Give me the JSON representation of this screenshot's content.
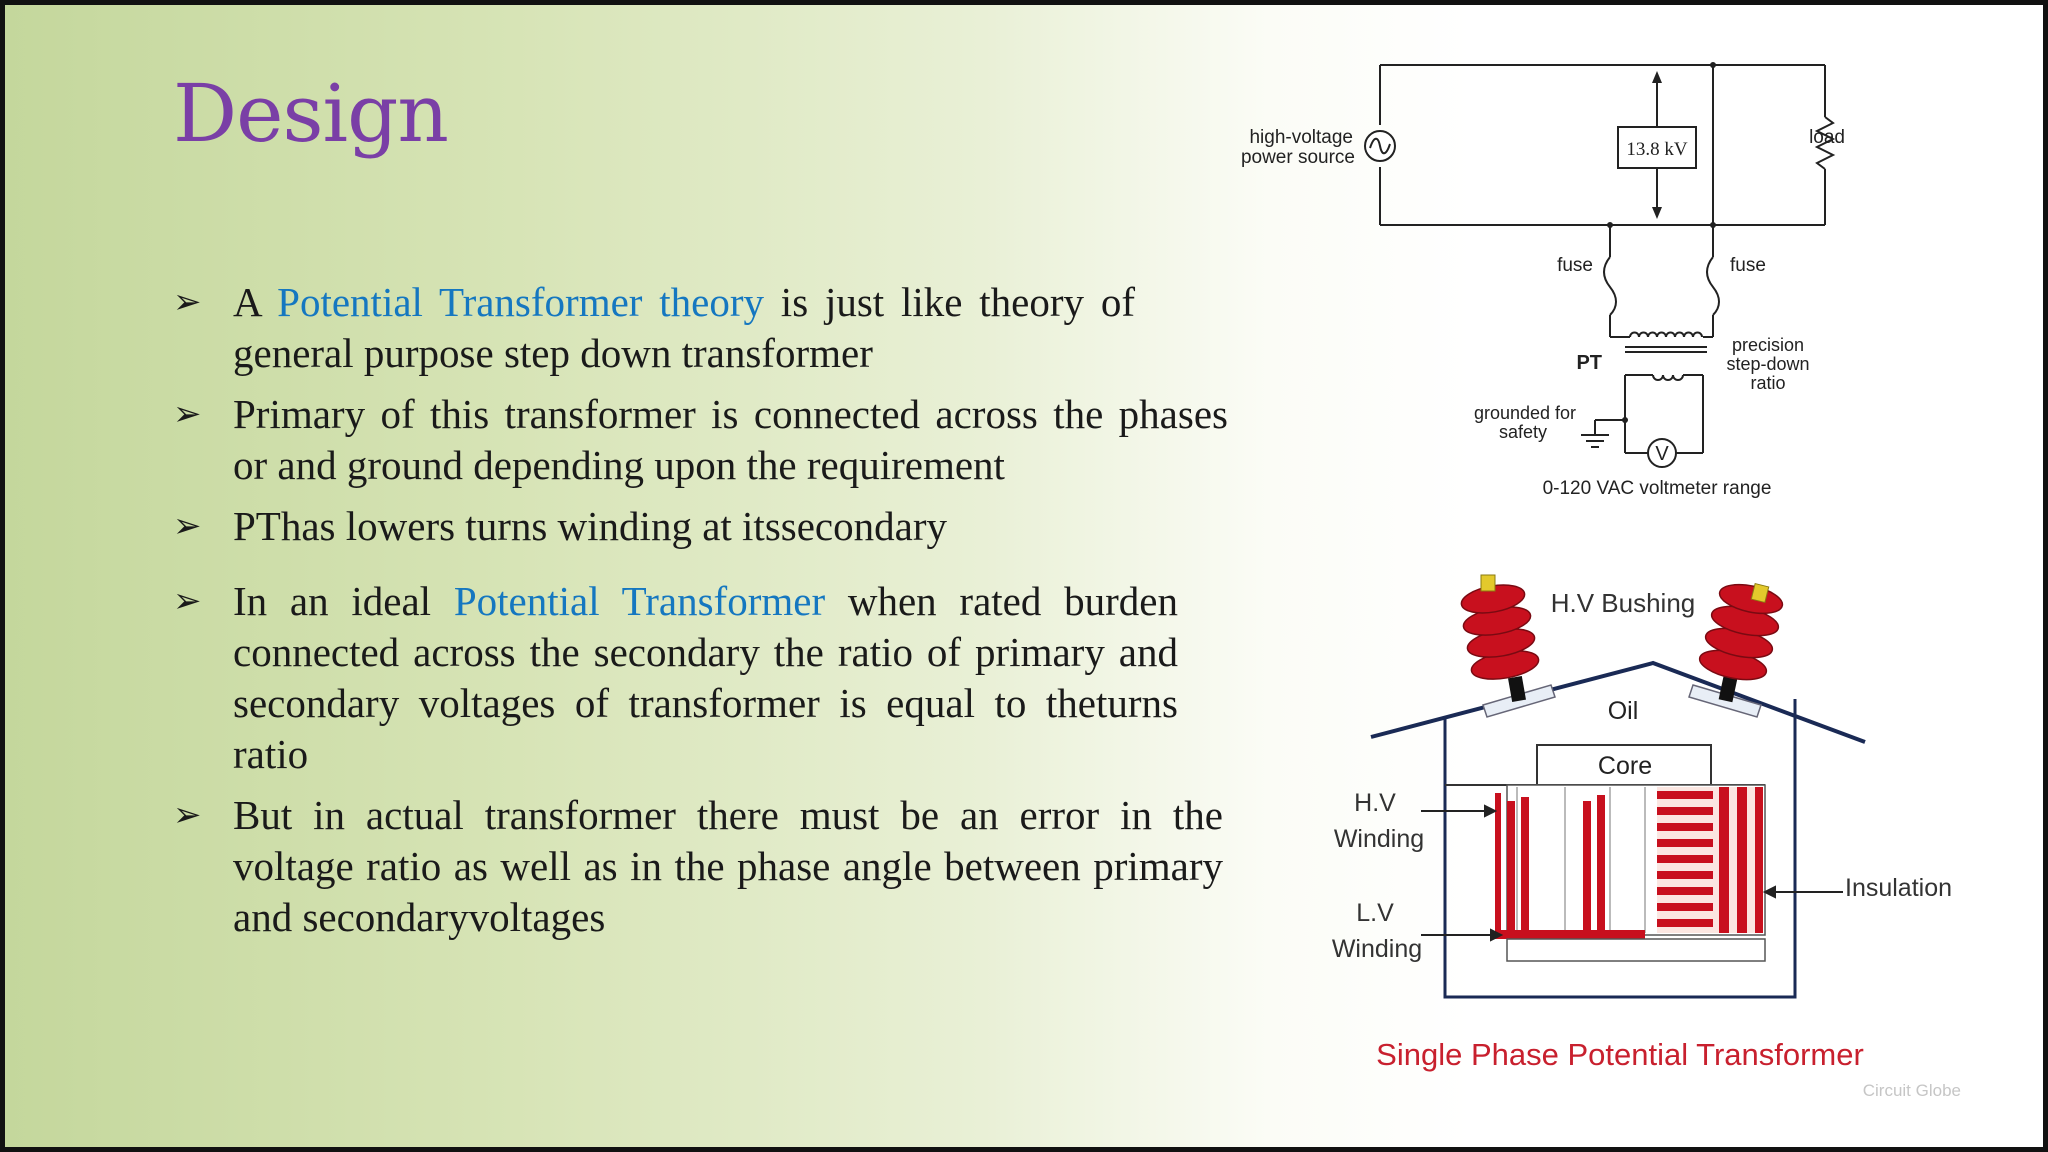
{
  "slide": {
    "title": "Design",
    "bullets": [
      {
        "marker": "➢",
        "parts": [
          {
            "text": "A ",
            "hl": false
          },
          {
            "text": "Potential Transformer theory",
            "hl": true
          },
          {
            "text": " is just like theory of general purpose step down transformer",
            "hl": false
          }
        ]
      },
      {
        "marker": "➢",
        "parts": [
          {
            "text": "Primary of this transformer is connected across the phases or and ground depending upon the requirement",
            "hl": false
          }
        ]
      },
      {
        "marker": "➢",
        "parts": [
          {
            "text": "PThas lowers turns winding at itssecondary",
            "hl": false
          }
        ]
      },
      {
        "marker": "➢",
        "parts": [
          {
            "text": "In an ideal ",
            "hl": false
          },
          {
            "text": "Potential Transformer",
            "hl": true
          },
          {
            "text": " when rated burden connected across the secondary the ratio of primary and secondary voltages of transformer is equal to theturns ratio",
            "hl": false
          }
        ]
      },
      {
        "marker": "➢",
        "parts": [
          {
            "text": "But in actual transformer there must be an error in the voltage ratio as well as in the phase angle between primary and secondaryvoltages",
            "hl": false
          }
        ]
      }
    ],
    "colors": {
      "title": "#7a3fa6",
      "highlight": "#1577c0",
      "bushing": "#c8101e",
      "caption": "#c8202e"
    }
  },
  "circuit_diagram": {
    "source_label_1": "high-voltage",
    "source_label_2": "power source",
    "meter_label": "13.8 kV",
    "load_label": "load",
    "fuse_left": "fuse",
    "fuse_right": "fuse",
    "pt_label": "PT",
    "ratio_1": "precision",
    "ratio_2": "step-down",
    "ratio_3": "ratio",
    "ground_1": "grounded for",
    "ground_2": "safety",
    "voltmeter_symbol": "V",
    "voltmeter_range": "0-120 VAC voltmeter range"
  },
  "pt_diagram": {
    "bushing_label": "H.V Bushing",
    "oil_label": "Oil",
    "core_label": "Core",
    "hv_1": "H.V",
    "hv_2": "Winding",
    "lv_1": "L.V",
    "lv_2": "Winding",
    "insulation_label": "Insulation",
    "caption": "Single Phase Potential Transformer",
    "watermark": "Circuit Globe"
  }
}
